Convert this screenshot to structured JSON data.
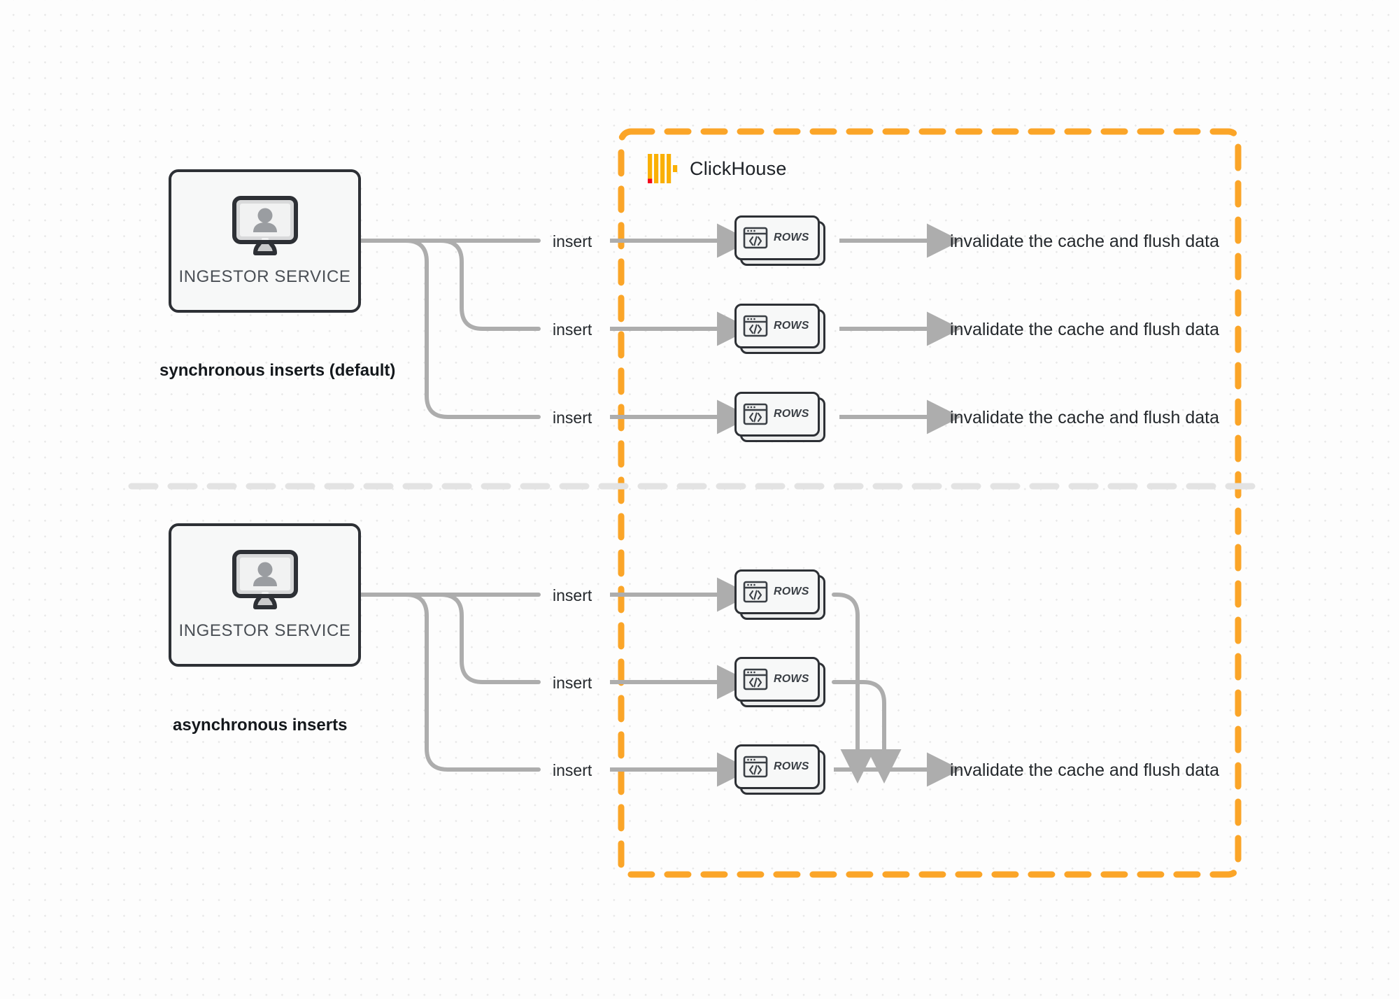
{
  "diagram": {
    "title": "ClickHouse synchronous vs asynchronous inserts",
    "colors": {
      "boundary_orange": "#FBA528",
      "logo_yellow": "#FAB005",
      "logo_red": "#F4071B",
      "arrow_grey": "#ADADAD",
      "node_border": "#2d3035",
      "node_fill": "#f7f8f8",
      "divider_grey": "#E3E3E3",
      "canvas": "#fdfdfd"
    },
    "boundary": {
      "label": "ClickHouse",
      "logo_icon": "clickhouse-logo-icon",
      "style": "dashed-orange-rounded"
    },
    "divider": {
      "style": "dashed-horizontal",
      "name": "section-divider"
    },
    "sections": [
      {
        "id": "synchronous",
        "label": "synchronous inserts (default)",
        "source": {
          "label": "INGESTOR SERVICE",
          "icon": "monitor-user-icon"
        },
        "branches": [
          {
            "edge_label": "insert",
            "node_label": "ROWS",
            "node_icon": "code-window-icon",
            "output_label": "invalidate the cache and flush data"
          },
          {
            "edge_label": "insert",
            "node_label": "ROWS",
            "node_icon": "code-window-icon",
            "output_label": "invalidate the cache and flush data"
          },
          {
            "edge_label": "insert",
            "node_label": "ROWS",
            "node_icon": "code-window-icon",
            "output_label": "invalidate the cache and flush data"
          }
        ]
      },
      {
        "id": "asynchronous",
        "label": "asynchronous inserts",
        "source": {
          "label": "INGESTOR SERVICE",
          "icon": "monitor-user-icon"
        },
        "branches": [
          {
            "edge_label": "insert",
            "node_label": "ROWS",
            "node_icon": "code-window-icon",
            "output_label": ""
          },
          {
            "edge_label": "insert",
            "node_label": "ROWS",
            "node_icon": "code-window-icon",
            "output_label": ""
          },
          {
            "edge_label": "insert",
            "node_label": "ROWS",
            "node_icon": "code-window-icon",
            "output_label": "invalidate the cache and flush data"
          }
        ],
        "merged_output_label": "invalidate the cache and flush data"
      }
    ]
  }
}
